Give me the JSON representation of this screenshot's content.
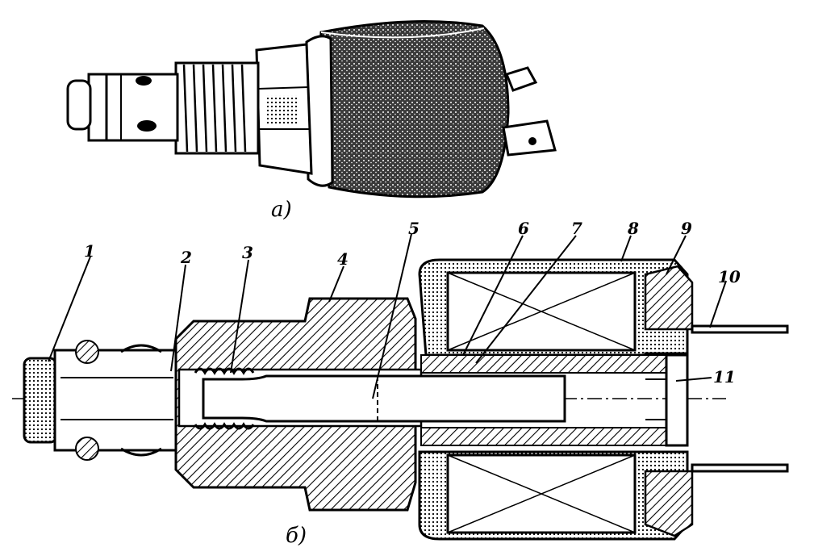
{
  "captions": {
    "top_view": "а)",
    "section_view": "б)"
  },
  "part_labels": [
    "1",
    "2",
    "3",
    "4",
    "5",
    "6",
    "7",
    "8",
    "9",
    "10",
    "11"
  ],
  "colors": {
    "ink": "#000000",
    "paper": "#ffffff",
    "body_shade": "#2a2a2a"
  }
}
